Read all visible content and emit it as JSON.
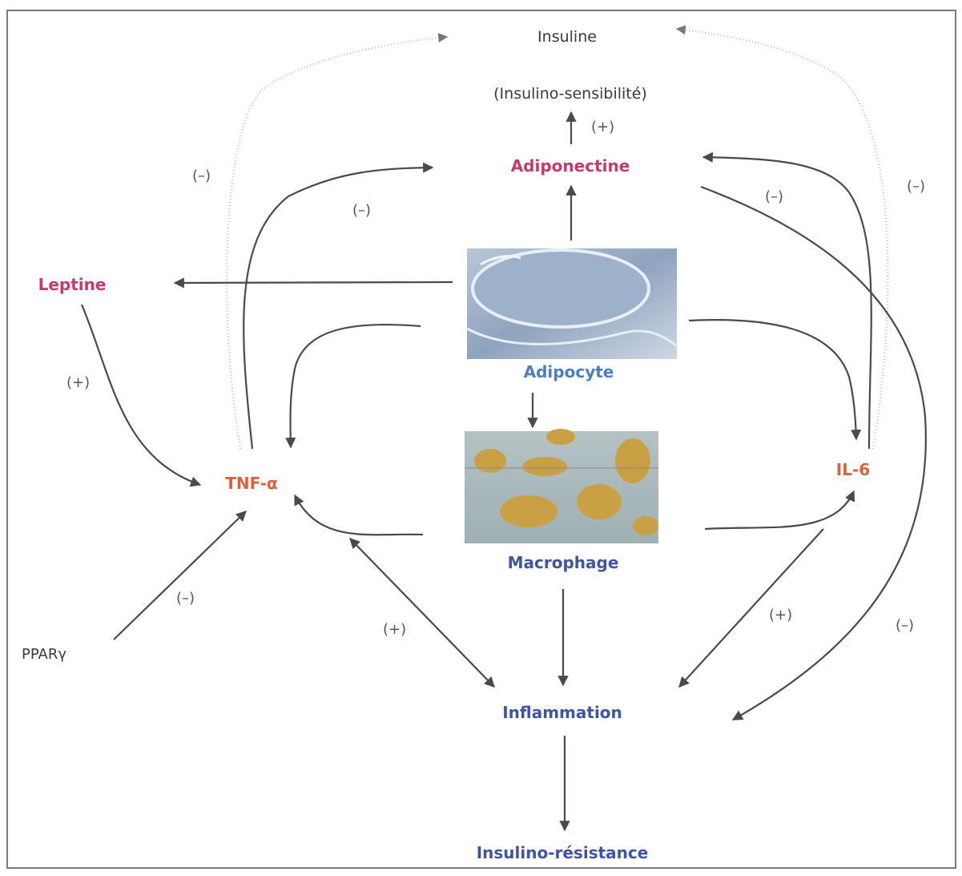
{
  "nodes": {
    "insuline": "Insuline",
    "insulino_sensibilite": "(Insulino-sensibilité)",
    "adiponectine": "Adiponectine",
    "leptine": "Leptine",
    "adipocyte": "Adipocyte",
    "macrophage": "Macrophage",
    "tnf": "TNF-α",
    "il6": "IL-6",
    "ppar": "PPARγ",
    "inflammation": "Inflammation",
    "insulino_resistance": "Insulino-résistance"
  },
  "signs": {
    "plus": "(+)",
    "minus": "(–)"
  },
  "colors": {
    "pink": "#c8386a",
    "orange": "#e0603a",
    "blue": "#3f55a3",
    "gray": "#4a4a4a",
    "faint": "#b9b9b9"
  },
  "images": {
    "adipocyte": "adipocyte cell micrograph (blue-gray)",
    "macrophage": "macrophage cells micrograph (golden)"
  }
}
